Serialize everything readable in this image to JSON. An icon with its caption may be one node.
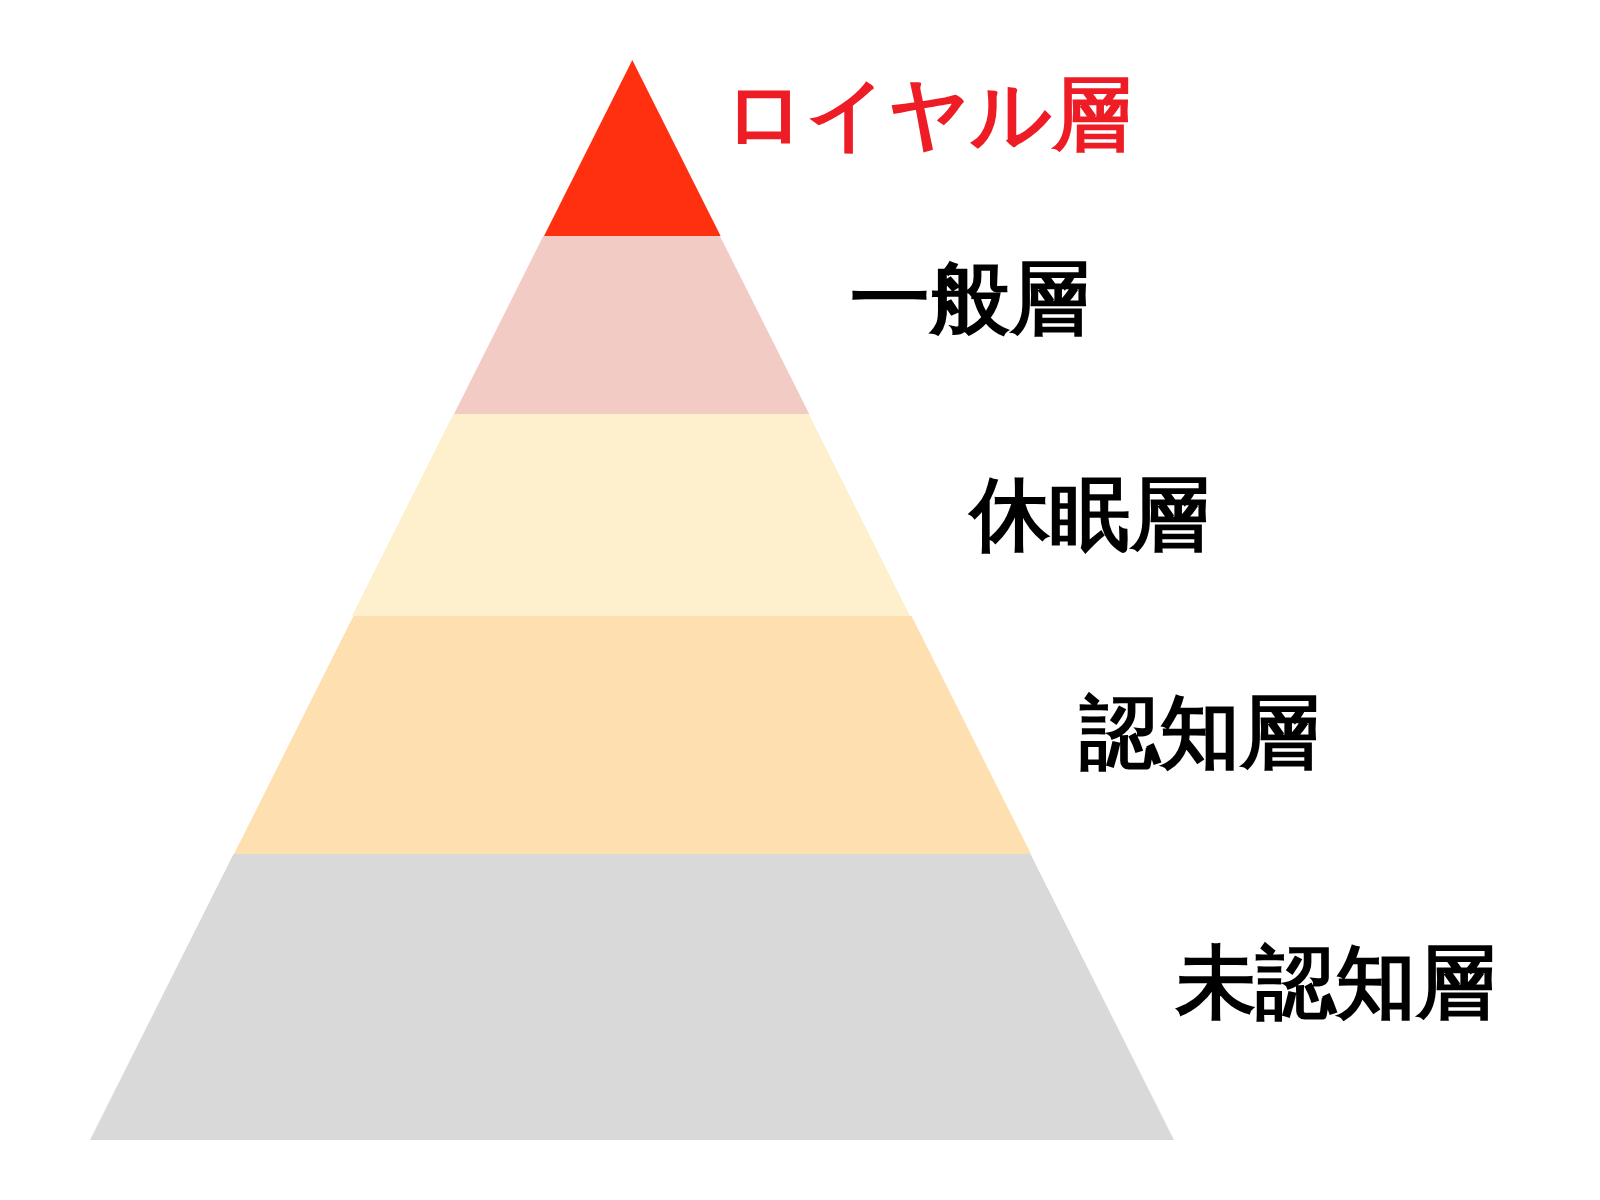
{
  "diagram": {
    "nodes": [
      {
        "text": [
          "ロイヤル層"
        ]
      },
      {
        "text": [
          "一般層"
        ]
      },
      {
        "text": [
          "休眠層"
        ]
      },
      {
        "text": [
          "認知層"
        ]
      },
      {
        "text": [
          "未認知層"
        ]
      }
    ]
  }
}
